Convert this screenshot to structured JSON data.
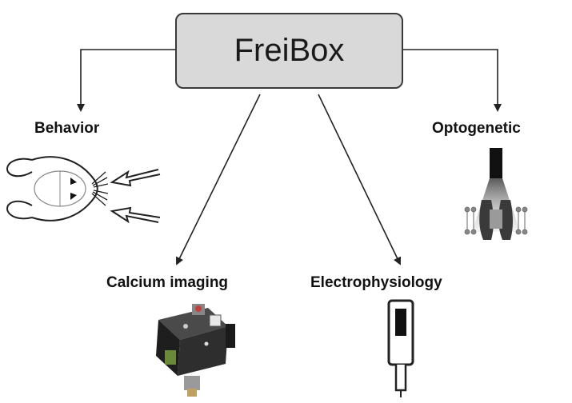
{
  "hub": {
    "title": "FreiBox"
  },
  "modules": {
    "behavior": {
      "label": "Behavior"
    },
    "optogenetic": {
      "label": "Optogenetic"
    },
    "calcium": {
      "label": "Calcium imaging"
    },
    "ephys": {
      "label": "Electrophysiology"
    }
  }
}
